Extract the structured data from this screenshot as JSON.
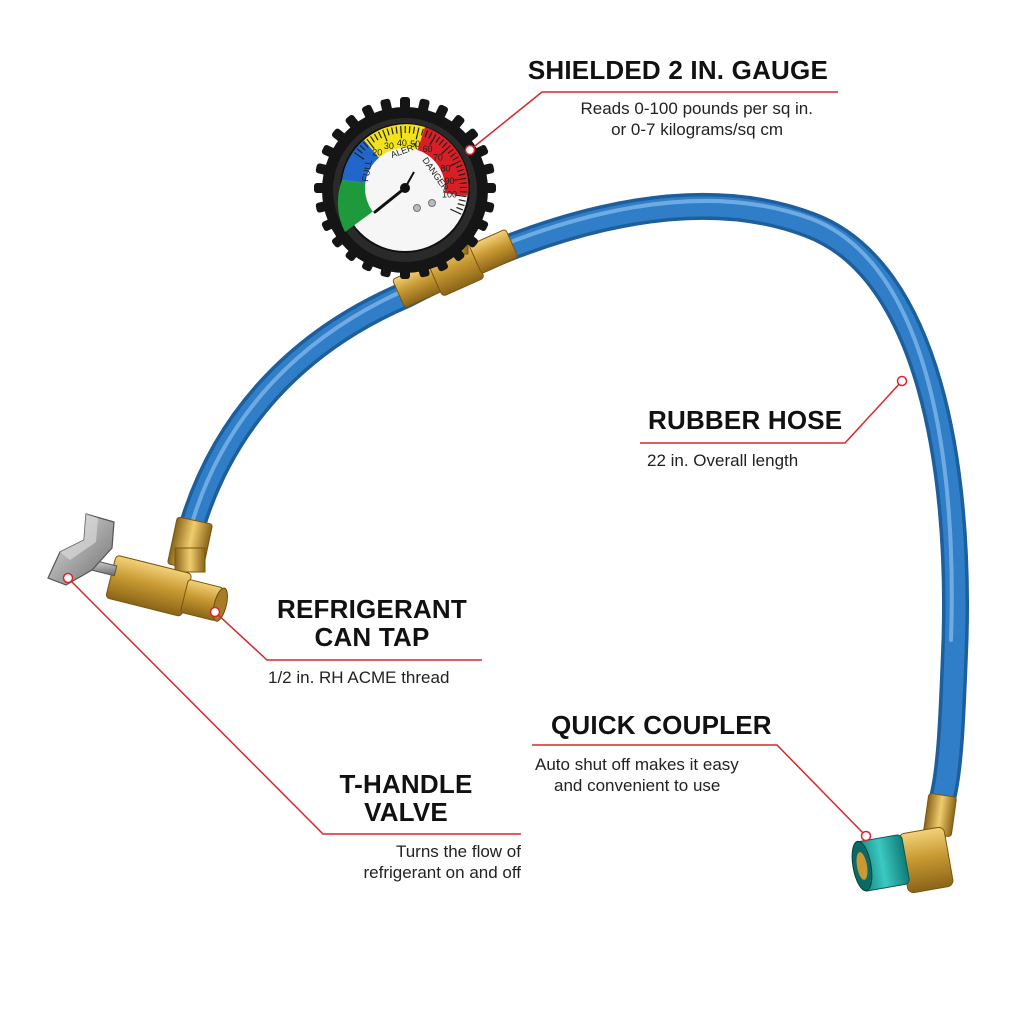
{
  "callouts": {
    "gauge": {
      "title": "SHIELDED 2 IN. GAUGE",
      "desc_line1": "Reads 0-100 pounds per sq in.",
      "desc_line2": "or 0-7 kilograms/sq cm"
    },
    "hose": {
      "title": "RUBBER HOSE",
      "desc_line1": "22 in. Overall length"
    },
    "can_tap": {
      "title_line1": "REFRIGERANT",
      "title_line2": "CAN TAP",
      "desc_line1": "1/2 in. RH ACME thread"
    },
    "coupler": {
      "title": "QUICK COUPLER",
      "desc_line1": "Auto shut off makes it easy",
      "desc_line2": "and convenient to use"
    },
    "t_handle": {
      "title_line1": "T-HANDLE",
      "title_line2": "VALVE",
      "desc_line1": "Turns the flow of",
      "desc_line2": "refrigerant on and off"
    }
  },
  "gauge_face": {
    "zone_labels": [
      "FULL",
      "ALERT",
      "DANGER"
    ],
    "scale_marks": [
      "20",
      "30",
      "40",
      "50",
      "60",
      "70",
      "80",
      "90",
      "100"
    ],
    "zone_colors": [
      "#1e9a3c",
      "#2266cc",
      "#f2e21c",
      "#d81f26"
    ]
  },
  "colors": {
    "hose": "#2f7ec7",
    "brass": "#c99a33",
    "leader_line": "#d9262b",
    "coupler": "#1fa6a0"
  }
}
